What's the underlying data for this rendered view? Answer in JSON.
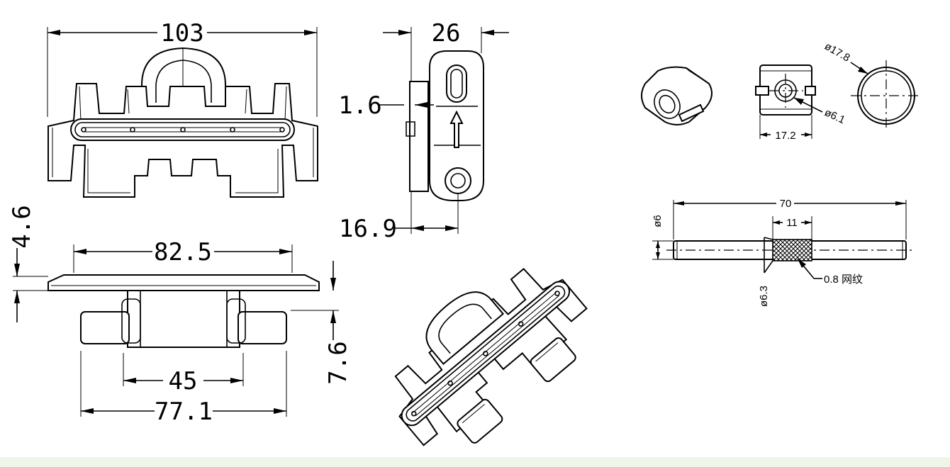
{
  "colors": {
    "line": "#000000",
    "background": "#ffffff",
    "bottom_strip": "#eef6e8"
  },
  "dimensions": {
    "top_width": "103",
    "side_width": "26",
    "side_offset": "1.6",
    "side_depth": "16.9",
    "flange_thickness": "4.6",
    "flange_length": "82.5",
    "body_height": "7.6",
    "body_width": "45",
    "overall_bottom": "77.1",
    "roller_outer": "ø17.8",
    "roller_hole": "ø6.1",
    "roller_length": "17.2",
    "pin_length": "70",
    "pin_knurl_length": "11",
    "pin_diameter": "ø6",
    "pin_knurl_diameter": "ø6.3",
    "knurl_note": "0.8 网纹"
  }
}
